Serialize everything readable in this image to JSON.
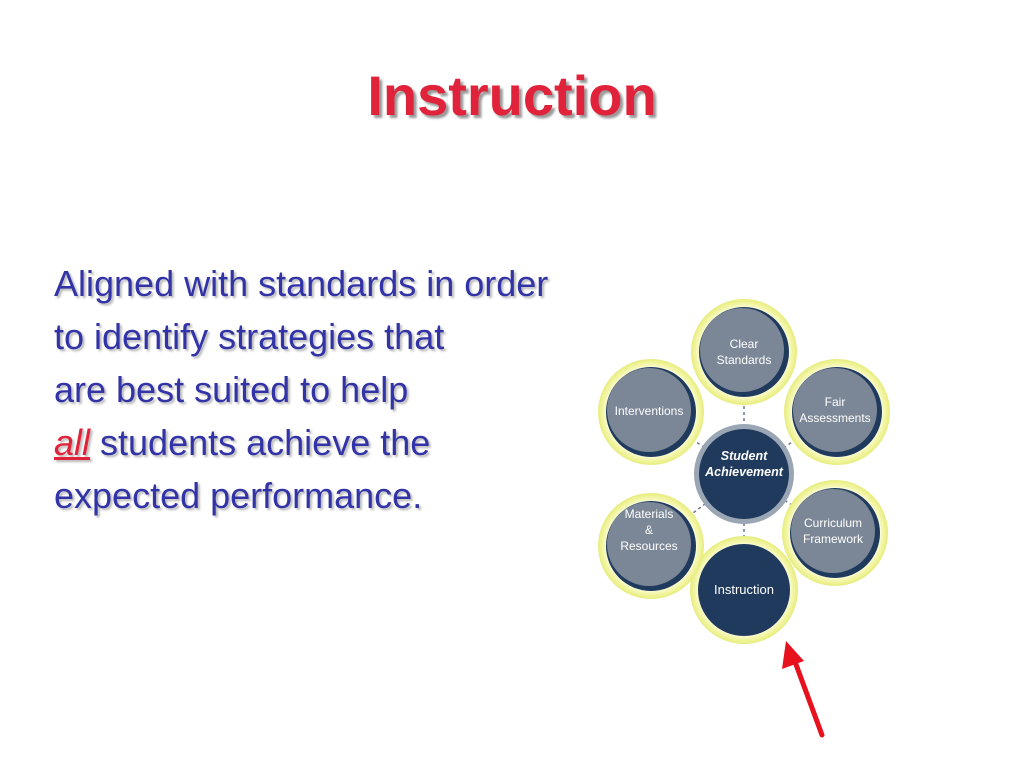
{
  "slide": {
    "title": "Instruction",
    "title_color": "#e0223a",
    "body_color": "#3333a8",
    "emphasis_color": "#e0223a",
    "body_lines": [
      {
        "text": "Aligned with standards in order"
      },
      {
        "text": "to identify strategies that"
      },
      {
        "text": "are best suited to help"
      },
      {
        "emph": "all",
        "text": " students achieve the"
      },
      {
        "text": "expected performance."
      }
    ]
  },
  "diagram": {
    "center": {
      "lines": [
        "Student",
        "Achievement"
      ],
      "color": "#1f3a5c"
    },
    "nodes": [
      {
        "id": "clear-standards",
        "lines": [
          "Clear",
          "Standards"
        ],
        "fill": "#7b8796"
      },
      {
        "id": "fair-assessments",
        "lines": [
          "Fair",
          "Assessments"
        ],
        "fill": "#7b8796"
      },
      {
        "id": "curriculum-framework",
        "lines": [
          "Curriculum",
          "Framework"
        ],
        "fill": "#7b8796"
      },
      {
        "id": "instruction",
        "lines": [
          "Instruction"
        ],
        "fill": "#1f3a5c"
      },
      {
        "id": "materials-resources",
        "lines": [
          "Materials",
          "&",
          "Resources"
        ],
        "fill": "#7b8796"
      },
      {
        "id": "interventions",
        "lines": [
          "Interventions"
        ],
        "fill": "#7b8796"
      }
    ],
    "ring_color": "#f3f5a0",
    "arrow_color": "#e8111e"
  }
}
